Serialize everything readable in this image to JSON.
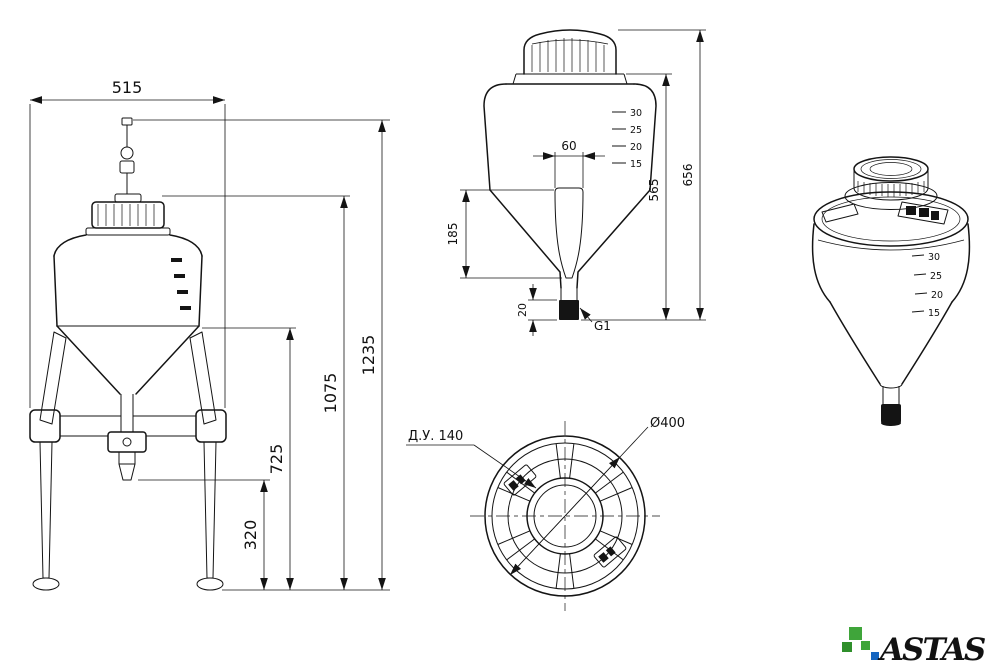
{
  "drawing": {
    "front_view": {
      "width_dim": "515",
      "height_dims": {
        "valve": "320",
        "body": "725",
        "lid": "1075",
        "total": "1235"
      }
    },
    "section_view": {
      "funnel_width_dim": "60",
      "funnel_height_dim": "185",
      "body_height_dim": "565",
      "total_height_dim": "656",
      "outlet_length_dim": "20",
      "thread_label": "G1",
      "level_marks": [
        "30",
        "25",
        "20",
        "15"
      ]
    },
    "top_view": {
      "nominal_bore_label": "Д.У. 140",
      "diameter_label": "Ø400"
    },
    "perspective_view": {
      "level_marks": [
        "30",
        "25",
        "20",
        "15"
      ]
    },
    "logo": {
      "text": "ASTAS",
      "color_green": "#3fa53a",
      "color_green_dark": "#2f8f2b",
      "color_blue": "#1565c0",
      "color_teal": "#00958a"
    }
  }
}
